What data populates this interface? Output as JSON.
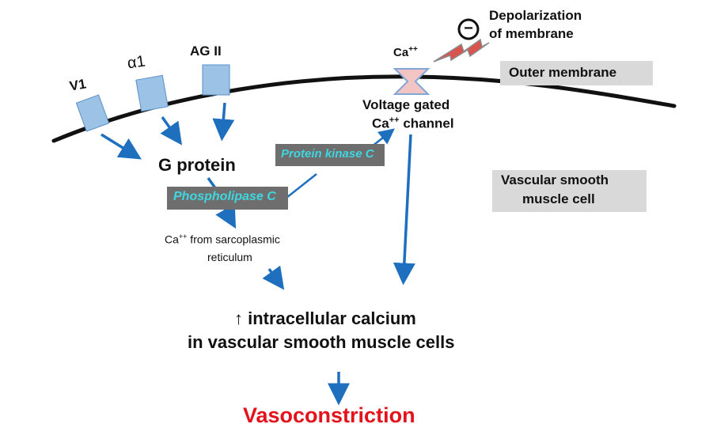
{
  "receptors": {
    "v1": "V1",
    "alpha1": "α1",
    "ag2": "AG II"
  },
  "g_protein": "G protein",
  "phospholipase_c": "Phospholipase C",
  "protein_kinase_c": "Protein kinase C",
  "ca_channel": {
    "ion": "Ca",
    "ion_sup": "++",
    "line1": "Voltage gated",
    "line2_ion": "Ca",
    "line2_sup": "++",
    "line2_rest": " channel"
  },
  "depolarization": {
    "symbol": "−",
    "line1": "Depolarization",
    "line2": "of membrane"
  },
  "outer_membrane": "Outer membrane",
  "vsm_cell": {
    "line1": "Vascular smooth",
    "line2": "muscle cell"
  },
  "sr": {
    "ion": "Ca",
    "ion_sup": "++",
    "line1_rest": " from  sarcoplasmic",
    "line2": "reticulum"
  },
  "result": {
    "line1": "↑  intracellular calcium",
    "line2": "in vascular smooth muscle cells"
  },
  "outcome": "Vasoconstriction",
  "colors": {
    "arrow": "#1f6fbf",
    "receptor_fill": "#9cc3e6",
    "receptor_stroke": "#5b8fc7",
    "outcome": "#e3121b",
    "enzyme_text": "#3fd6e0",
    "enzyme_box": "#6e6e6e",
    "label_box": "#d9d9d9",
    "lightning": "#d9534f",
    "channel_fill": "#f2c4c4"
  }
}
